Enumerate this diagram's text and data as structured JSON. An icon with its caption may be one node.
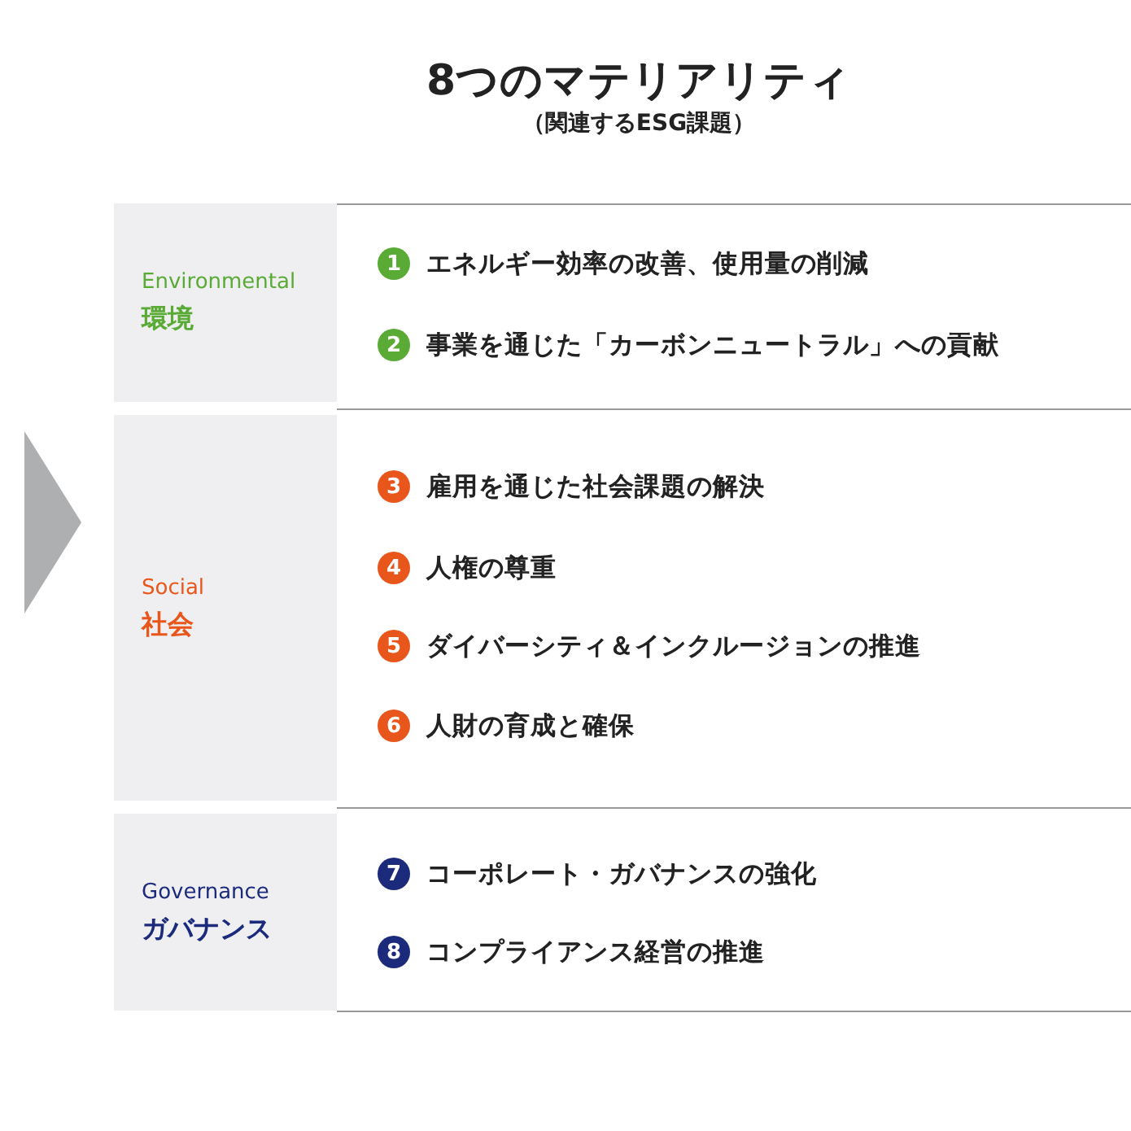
{
  "diagram": {
    "title": "8つのマテリアリティ",
    "caption": "（関連するESG課題）",
    "nodes": [
      {
        "text": [
          "Environmental",
          "環境"
        ]
      },
      {
        "text": [
          "1"
        ],
        "beside": [
          "エネルギー効率の改善、使用量の削減"
        ]
      },
      {
        "text": [
          "2"
        ],
        "beside": [
          "事業を通じた「カーボンニュートラル」への貢献"
        ]
      },
      {
        "text": [
          "Social",
          "社会"
        ]
      },
      {
        "text": [
          "3"
        ],
        "beside": [
          "雇用を通じた社会課題の解決"
        ]
      },
      {
        "text": [
          "4"
        ],
        "beside": [
          "人権の尊重"
        ]
      },
      {
        "text": [
          "5"
        ],
        "beside": [
          "ダイバーシティ＆インクルージョンの推進"
        ]
      },
      {
        "text": [
          "6"
        ],
        "beside": [
          "人財の育成と確保"
        ]
      },
      {
        "text": [
          "Governance",
          "ガバナンス"
        ]
      },
      {
        "text": [
          "7"
        ],
        "beside": [
          "コーポレート・ガバナンスの強化"
        ]
      },
      {
        "text": [
          "8"
        ],
        "beside": [
          "コンプライアンス経営の推進"
        ]
      },
      {
        "text": [],
        "shape": "triangle"
      }
    ]
  }
}
